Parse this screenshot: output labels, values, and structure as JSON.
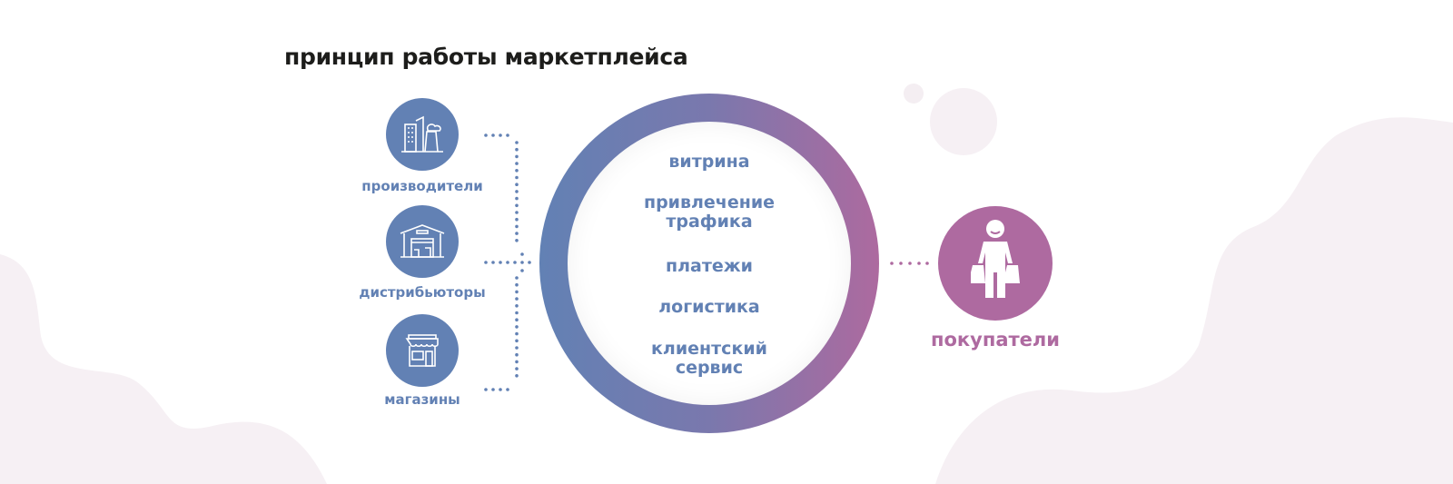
{
  "title": "принцип работы маркетплейса",
  "sources": [
    {
      "label": "производители",
      "icon": "factory-icon"
    },
    {
      "label": "дистрибьюторы",
      "icon": "warehouse-icon"
    },
    {
      "label": "магазины",
      "icon": "store-icon"
    }
  ],
  "services": [
    "витрина",
    "привлечение трафика",
    "платежи",
    "логистика",
    "клиентский сервис"
  ],
  "buyer": {
    "label": "покупатели",
    "icon": "shopper-icon"
  },
  "colors": {
    "blue": "#6281b4",
    "purple": "#ae6aa0",
    "background_blob": "#f6f0f4"
  }
}
